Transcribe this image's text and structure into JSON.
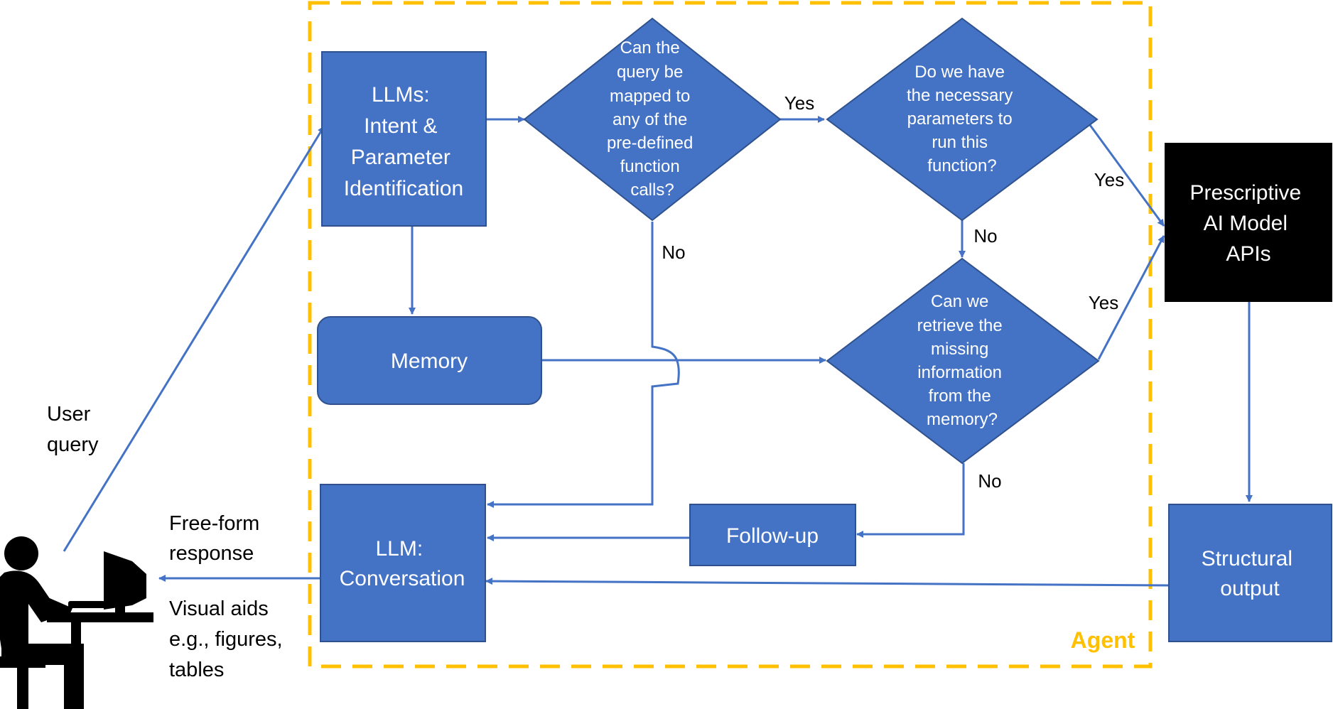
{
  "colors": {
    "box_fill": "#4472C4",
    "box_stroke": "#2F528F",
    "arrow": "#4472C4",
    "agent_border": "#FFC000",
    "api_box": "#000000",
    "text_light": "#FFFFFF",
    "text_dark": "#000000"
  },
  "nodes": {
    "llms_intent": [
      "LLMs:",
      "Intent &",
      "Parameter",
      "Identification"
    ],
    "memory": [
      "Memory"
    ],
    "llm_conversation": [
      "LLM:",
      "Conversation"
    ],
    "follow_up": [
      "Follow-up"
    ],
    "decision_mapped": [
      "Can the",
      "query be",
      "mapped to",
      "any of the",
      "pre-defined",
      "function",
      "calls?"
    ],
    "decision_parameters": [
      "Do we have",
      "the necessary",
      "parameters to",
      "run this",
      "function?"
    ],
    "decision_retrieve": [
      "Can we",
      "retrieve the",
      "missing",
      "information",
      "from the",
      "memory?"
    ],
    "prescriptive_api": [
      "Prescriptive",
      "AI Model",
      "APIs"
    ],
    "structural_output": [
      "Structural",
      "output"
    ]
  },
  "edge_labels": {
    "yes_mapped": "Yes",
    "no_mapped": "No",
    "yes_parameters": "Yes",
    "no_parameters": "No",
    "yes_retrieve": "Yes",
    "no_retrieve": "No"
  },
  "side_labels": {
    "user_query": [
      "User",
      "query"
    ],
    "free_form": [
      "Free-form",
      "response"
    ],
    "visual_aids": [
      "Visual aids",
      "e.g., figures,",
      "tables"
    ]
  },
  "agent_label": "Agent",
  "icons": {
    "user": "user-at-computer-icon"
  }
}
